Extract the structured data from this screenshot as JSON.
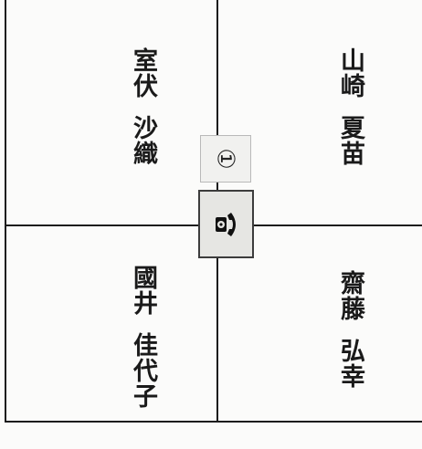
{
  "grid": {
    "top_left": {
      "surname": "室伏",
      "given_name": "沙織"
    },
    "top_right": {
      "surname": "山崎",
      "given_name": "夏苗"
    },
    "bottom_left": {
      "surname": "國井",
      "given_name": "佳代子"
    },
    "bottom_right": {
      "surname": "齋藤",
      "given_name": "弘幸"
    }
  },
  "center": {
    "number_badge": "①",
    "phone_icon": "telephone-icon"
  }
}
